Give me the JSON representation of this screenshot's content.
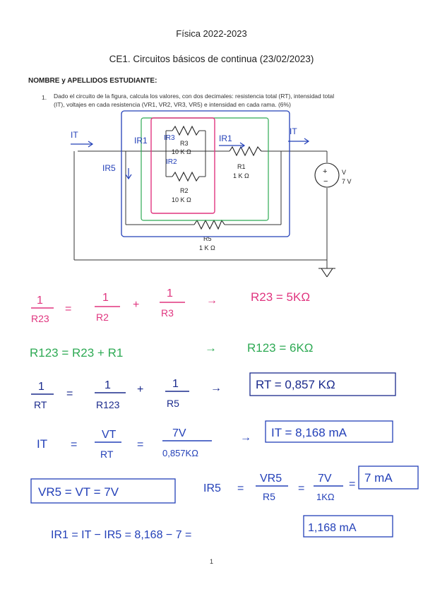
{
  "header": {
    "course_title": "Física 2022-2023",
    "exam_title": "CE1. Circuitos básicos de continua (23/02/2023)",
    "student_label": "NOMBRE y APELLIDOS ESTUDIANTE:"
  },
  "question": {
    "number": "1.",
    "text_line1": "Dado el circuito de la figura, calcula los valores, con dos decimales: resistencia total (RT), intensidad total",
    "text_line2": "(IT), voltajes en cada resistencia (VR1, VR2, VR3, VR5) e intensidad en cada rama. (6%)"
  },
  "circuit": {
    "r3_name": "R3",
    "r3_value": "10 K Ω",
    "r2_name": "R2",
    "r2_value": "10 K Ω",
    "r1_name": "R1",
    "r1_value": "1 K Ω",
    "r5_name": "R5",
    "r5_value": "1 K Ω",
    "source_v": "V",
    "source_value": "7 V",
    "notes": {
      "it_left": "IT",
      "it_right": "IT",
      "ir1_top": "IR1",
      "ir1_mid": "IR1",
      "ir5": "IR5",
      "ir3": "IR3",
      "ir2": "IR2"
    }
  },
  "work": {
    "line1": {
      "lhs_num": "1",
      "lhs_den": "R23",
      "eq": "=",
      "t1_num": "1",
      "t1_den": "R2",
      "plus": "+",
      "t2_num": "1",
      "t2_den": "R3",
      "arrow": "→",
      "result": "R23 = 5KΩ"
    },
    "line2": {
      "text": "R123 = R23 + R1",
      "arrow": "→",
      "result": "R123 = 6KΩ"
    },
    "line3": {
      "lhs_num": "1",
      "lhs_den": "RT",
      "eq": "=",
      "t1_num": "1",
      "t1_den": "R123",
      "plus": "+",
      "t2_num": "1",
      "t2_den": "R5",
      "arrow": "→",
      "result": "RT = 0,857 KΩ"
    },
    "line4": {
      "lhs": "IT",
      "eq": "=",
      "f1_num": "VT",
      "f1_den": "RT",
      "eq2": "=",
      "f2_num": "7V",
      "f2_den": "0,857KΩ",
      "arrow": "→",
      "result": "IT = 8,168 mA"
    },
    "line5": {
      "boxed": "VR5 = VT = 7V",
      "lhs": "IR5",
      "eq": "=",
      "f1_num": "VR5",
      "f1_den": "R5",
      "eq2": "=",
      "f2_num": "7V",
      "f2_den": "1KΩ",
      "eq3": "=",
      "result": "7 mA"
    },
    "line6": {
      "text": "IR1 = IT − IR5 = 8,168 − 7 =",
      "result": "1,168 mA"
    }
  },
  "footer": {
    "page_number": "1"
  },
  "colors": {
    "ink_blue": "#2340b8",
    "ink_pink": "#e0357f",
    "ink_green": "#2eaa54",
    "ink_navy": "#1a2a8c",
    "wire": "#333333"
  }
}
